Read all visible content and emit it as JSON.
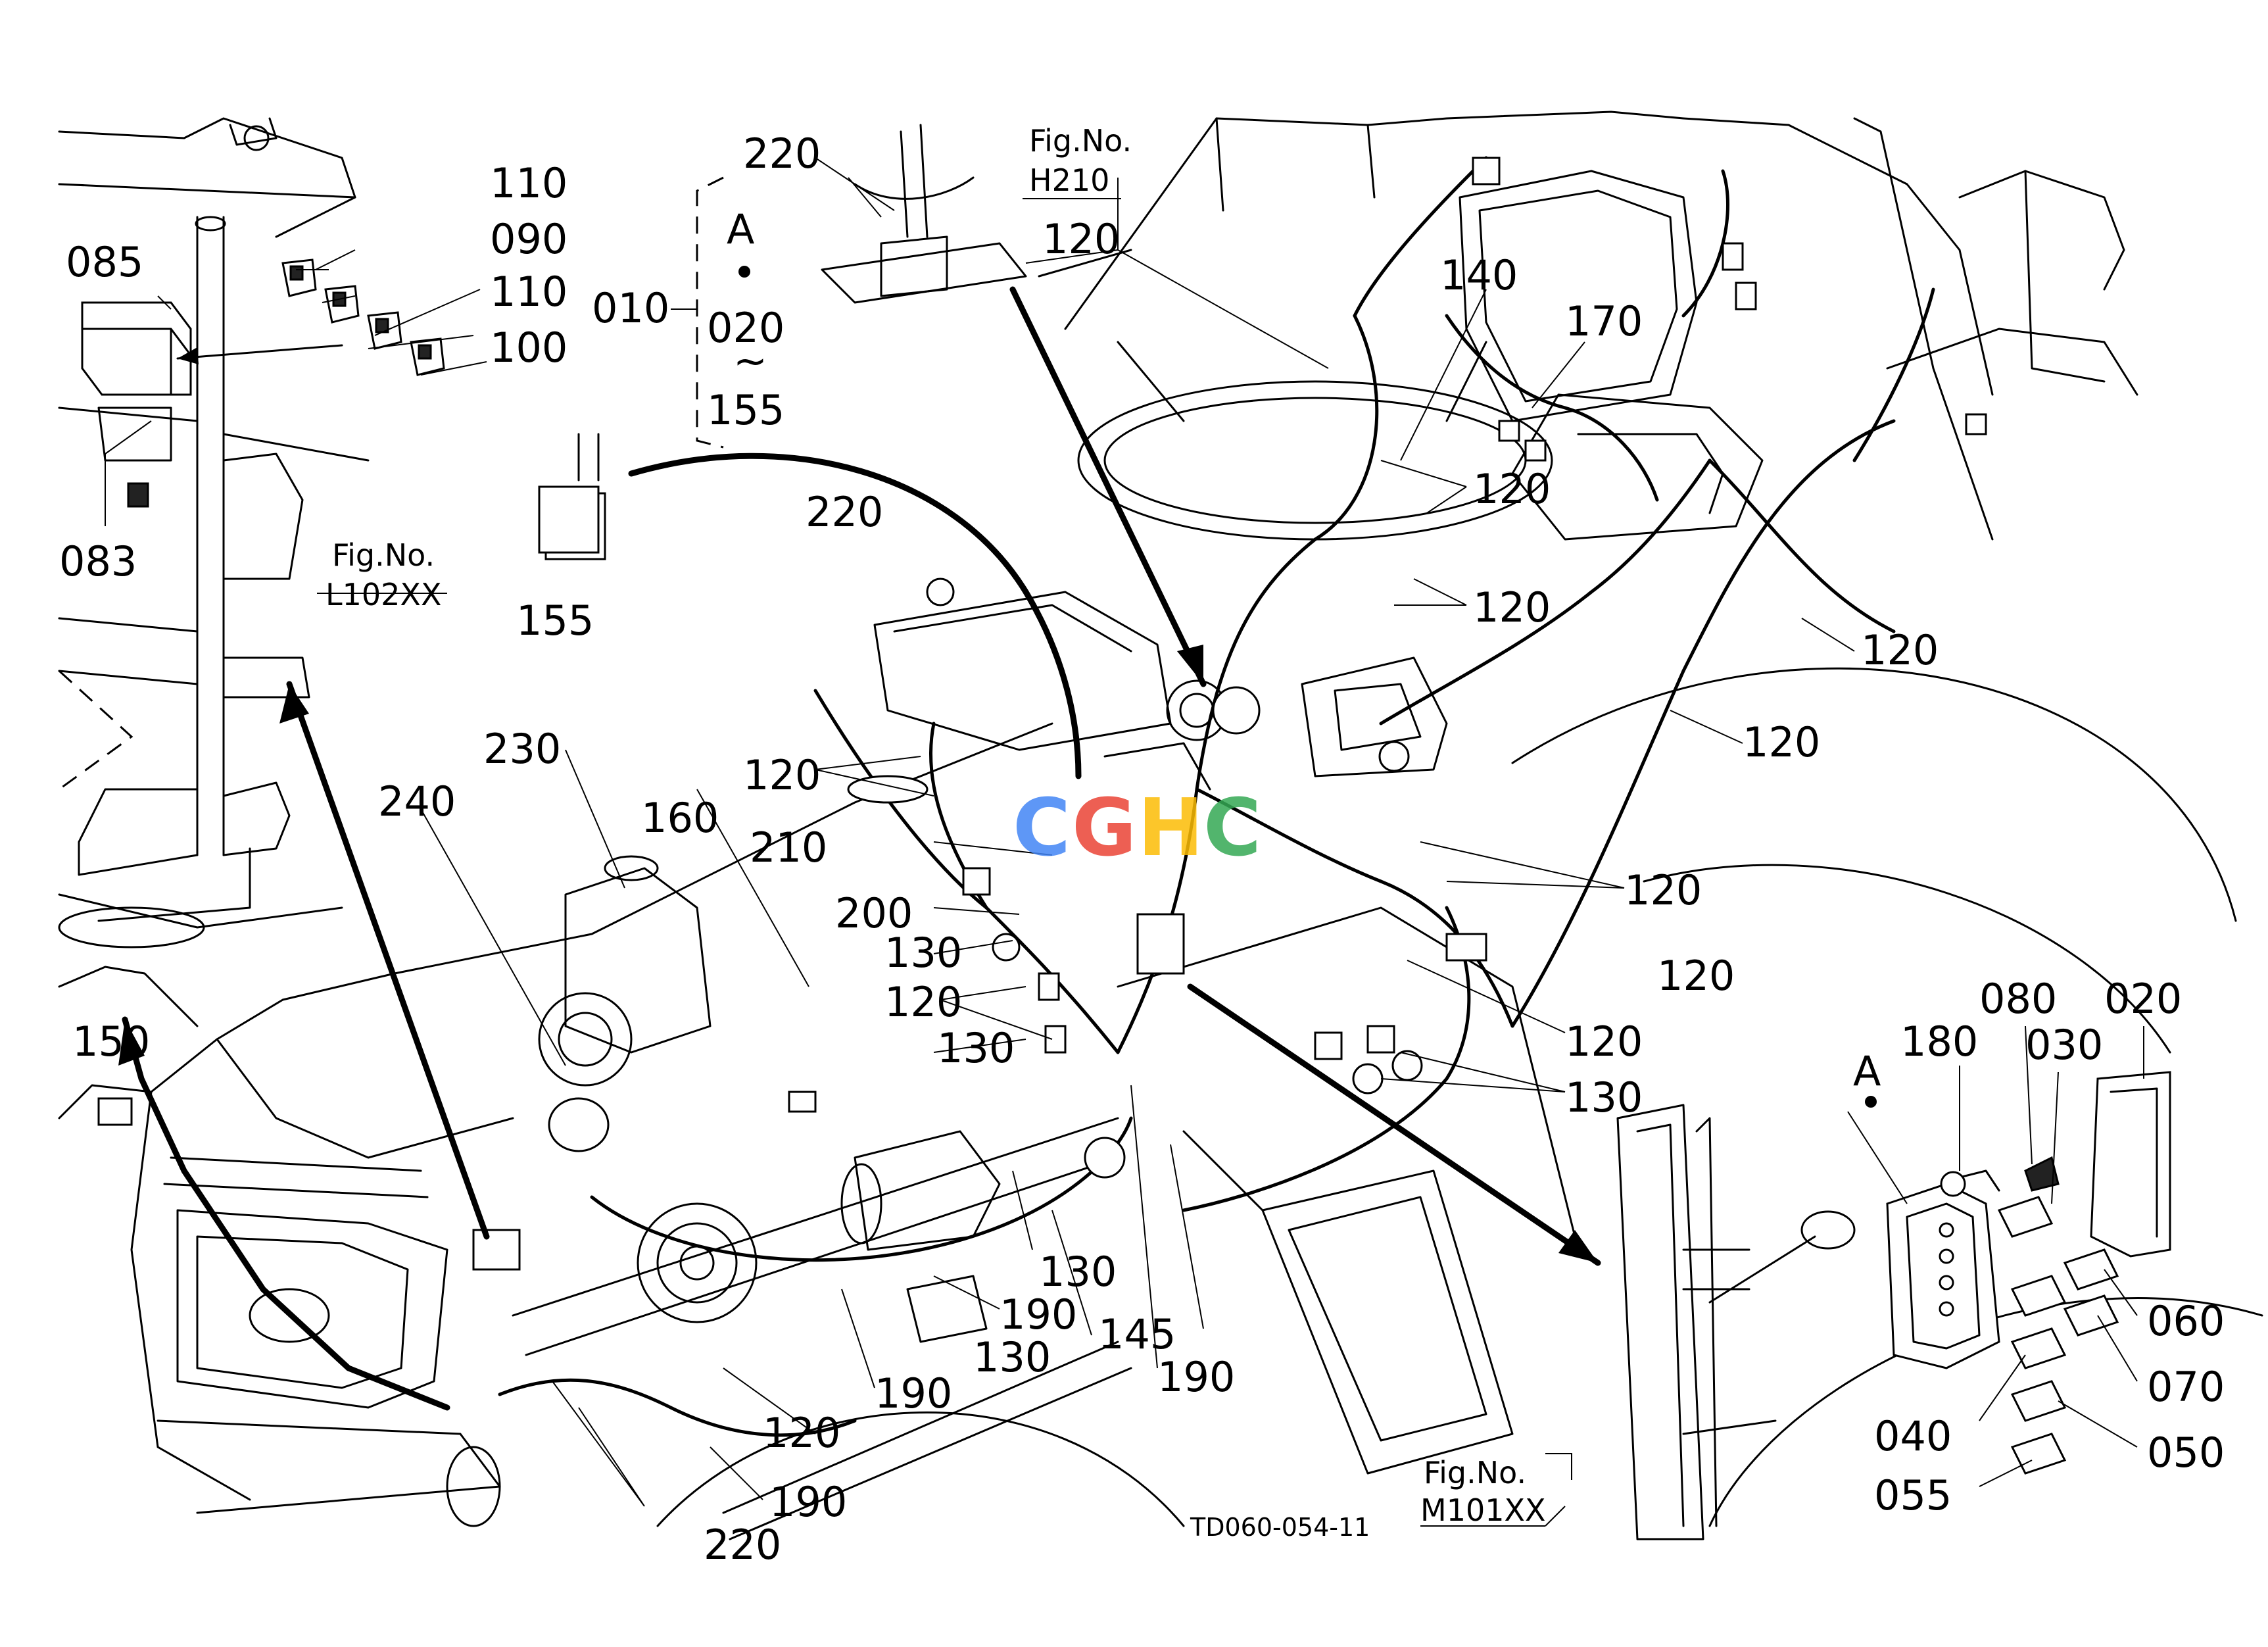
{
  "figure": {
    "code": "TD060-054-11",
    "fig_refs": [
      {
        "id": "h210",
        "line1": "Fig.No.",
        "line2": "H210"
      },
      {
        "id": "l102",
        "line1": "Fig.No.",
        "line2": "L102XX"
      },
      {
        "id": "m101",
        "line1": "Fig.No.",
        "line2": "M101XX"
      }
    ],
    "range": {
      "top": "020",
      "tilde": "~",
      "bottom": "155"
    },
    "group_label": "010",
    "detail_marker": "A",
    "watermark": [
      "C",
      "G",
      "H",
      "C"
    ],
    "watermark_colors": [
      "#4285F4",
      "#EA4335",
      "#FBBC05",
      "#34A853"
    ]
  },
  "callouts": [
    "110",
    "090",
    "110",
    "100",
    "085",
    "083",
    "220",
    "120",
    "140",
    "170",
    "120",
    "120",
    "120",
    "120",
    "155",
    "220",
    "120",
    "210",
    "200",
    "130",
    "120",
    "130",
    "230",
    "240",
    "160",
    "120",
    "120",
    "120",
    "130",
    "150",
    "130",
    "190",
    "130",
    "145",
    "190",
    "190",
    "120",
    "190",
    "220",
    "080",
    "180",
    "030",
    "020",
    "060",
    "070",
    "040",
    "050",
    "055"
  ]
}
